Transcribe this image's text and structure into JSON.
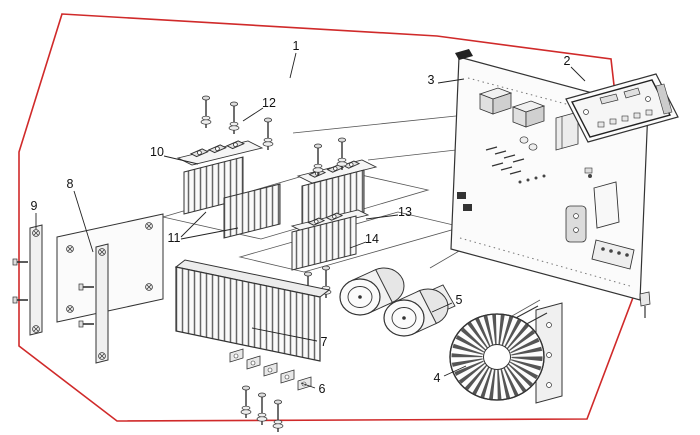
{
  "diagram": {
    "colors": {
      "outline": "#d02a2a",
      "ink": "#333333",
      "label": "#111111"
    },
    "labels": {
      "l1": "1",
      "l2": "2",
      "l3": "3",
      "l4": "4",
      "l5": "5",
      "l6": "6",
      "l7": "7",
      "l8": "8",
      "l9": "9",
      "l10": "10",
      "l11": "11",
      "l12": "12",
      "l13": "13",
      "l14": "14"
    }
  }
}
